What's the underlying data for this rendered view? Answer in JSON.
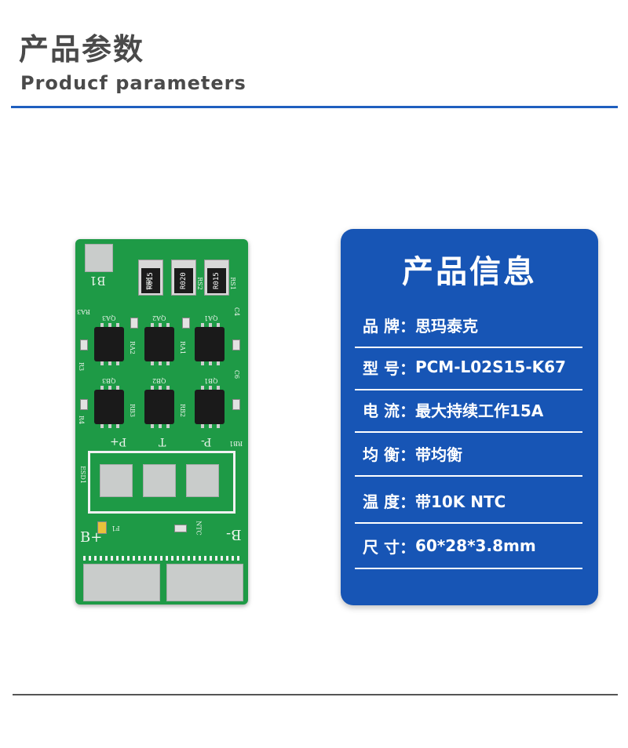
{
  "header": {
    "title_cn": "产品参数",
    "title_en": "Producf  parameters"
  },
  "pcb": {
    "silkscreen": {
      "b1": "B1",
      "bplus": "B+",
      "bminus": "B-",
      "pplus": "P+",
      "t": "T",
      "pminus": "P-",
      "esd1": "ESD1",
      "ntc": "NTC",
      "f1": "F1",
      "rs1": "RS1",
      "rs2": "RS2",
      "rs3": "RS3",
      "qa1": "QA1",
      "qa2": "QA2",
      "qa3": "QA3",
      "qb1": "QB1",
      "qb2": "QB2",
      "qb3": "QB3",
      "ra1": "RA1",
      "ra2": "RA2",
      "ra3": "RA3",
      "rb1": "RB1",
      "rb2": "RB2",
      "rb3": "RB3",
      "r3": "R3",
      "r4": "R4",
      "c4": "C4",
      "c6": "C6"
    },
    "resistor_codes": [
      "R015",
      "R020",
      "R015"
    ]
  },
  "info_card": {
    "title": "产品信息",
    "rows": [
      {
        "label": "品 牌：",
        "value": "思玛泰克"
      },
      {
        "label": "型  号：",
        "value": "PCM-L02S15-K67"
      },
      {
        "label": "电   流：",
        "value": "最大持续工作15A"
      },
      {
        "label": "均   衡：",
        "value": "带均衡"
      },
      {
        "label": "温   度：",
        "value": "带10K NTC"
      },
      {
        "label": "尺   寸：",
        "value": "60*28*3.8mm"
      }
    ]
  },
  "colors": {
    "accent_blue": "#1755b5",
    "pcb_green": "#1e9a46",
    "title_gray": "#4a4a4a"
  }
}
